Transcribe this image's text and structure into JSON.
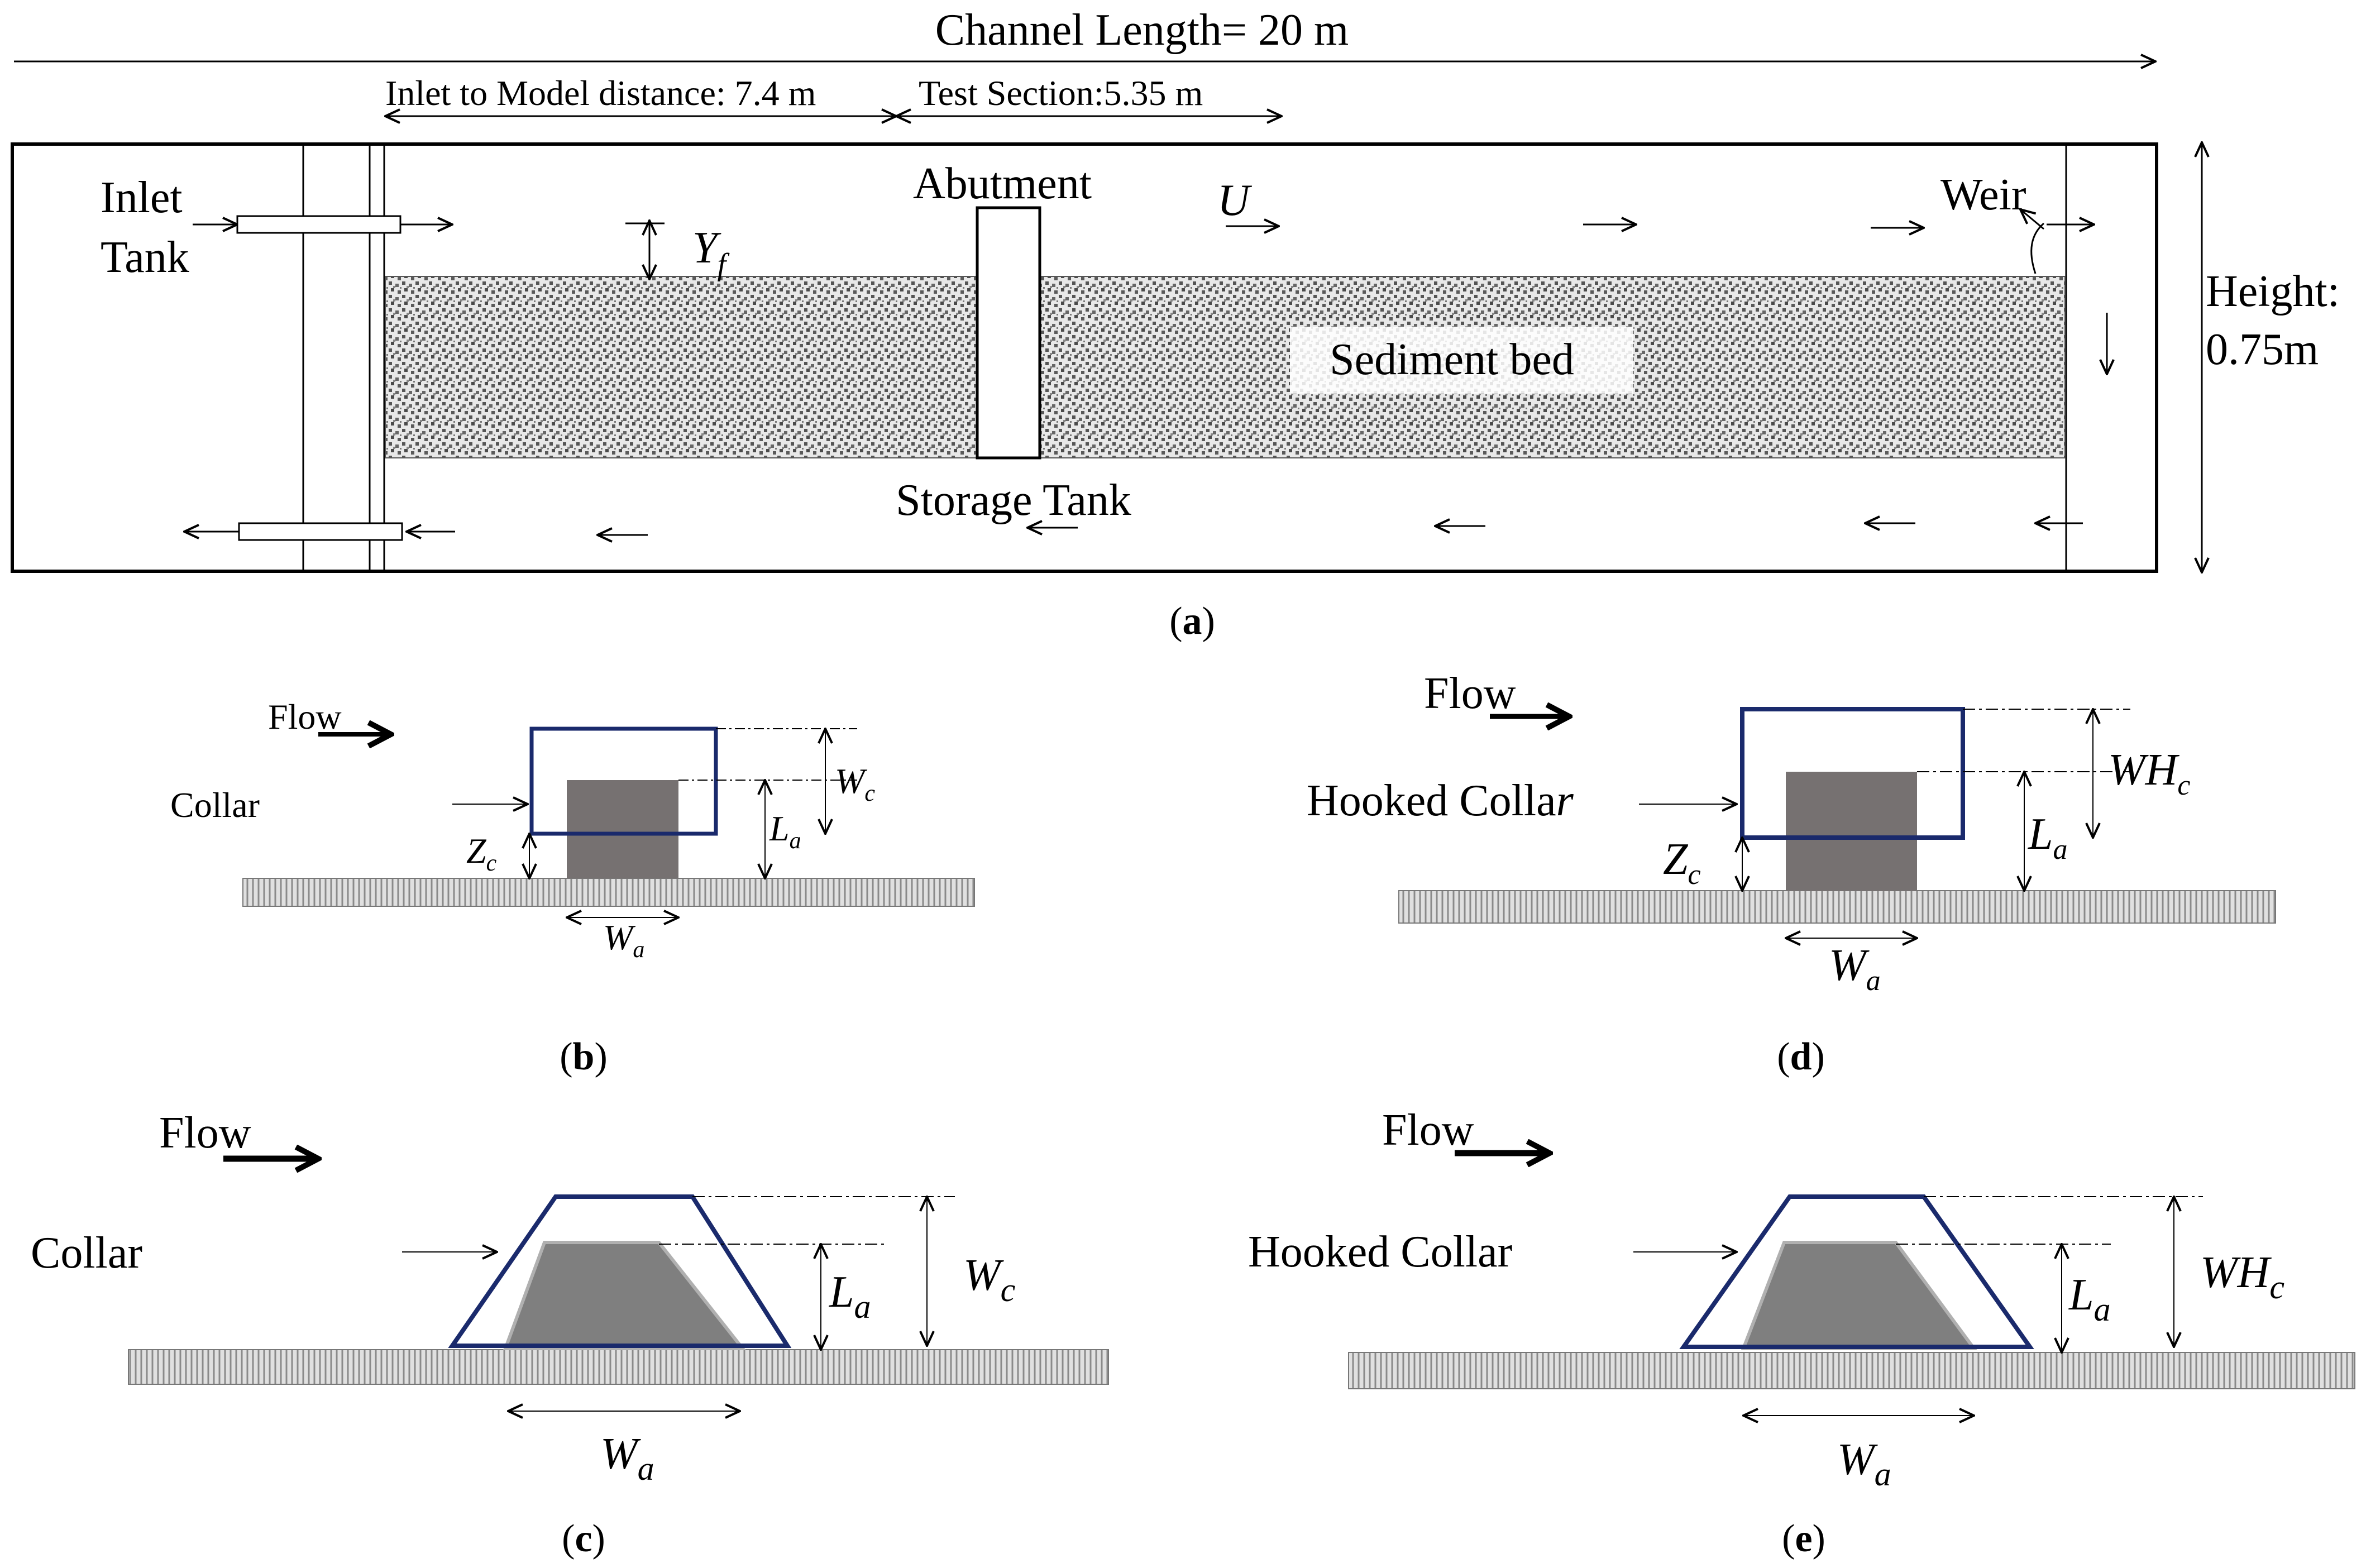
{
  "panel_a": {
    "channel_length": "Channel Length= 20 m",
    "inlet_distance": "Inlet to Model distance: 7.4 m",
    "test_section": "Test Section:5.35 m",
    "inlet_line1": "Inlet",
    "inlet_line2": "Tank",
    "abutment": "Abutment",
    "velocity_symbol": "U",
    "depth_symbol": "Y",
    "depth_subscript": "f",
    "weir": "Weir",
    "height_line1": "Height:",
    "height_line2": "0.75m",
    "sediment_bed": "Sediment bed",
    "storage_tank": "Storage Tank",
    "caption_letter": "a"
  },
  "panel_b": {
    "flow": "Flow",
    "collar": "Collar",
    "Wc": "W",
    "Wc_sub": "c",
    "La": "L",
    "La_sub": "a",
    "Zc": "Z",
    "Zc_sub": "c",
    "Wa": "W",
    "Wa_sub": "a",
    "caption_letter": "b"
  },
  "panel_c": {
    "flow": "Flow",
    "collar": "Collar",
    "La": "L",
    "La_sub": "a",
    "Wc": "W",
    "Wc_sub": "c",
    "Wa": "W",
    "Wa_sub": "a",
    "caption_letter": "c"
  },
  "panel_d": {
    "flow": "Flow",
    "collar": "Hooked Colla",
    "collar_tail": "r",
    "WHc": "WH",
    "WHc_sub": "c",
    "La": "L",
    "La_sub": "a",
    "Zc": "Z",
    "Zc_sub": "c",
    "Wa": "W",
    "Wa_sub": "a",
    "caption_letter": "d"
  },
  "panel_e": {
    "flow": "Flow",
    "collar": "Hooked Collar",
    "La": "L",
    "La_sub": "a",
    "WHc": "WH",
    "WHc_sub": "c",
    "Wa": "W",
    "Wa_sub": "a",
    "caption_letter": "e"
  },
  "colors": {
    "collar_outline": "#1a2a6c",
    "abutment_fill": "#767171",
    "abutment_trap_fill": "#7f7f7f",
    "bed_fill": "#d0d0d0"
  },
  "icons": [
    "arrow-right-icon",
    "arrow-left-icon",
    "arrow-down-icon",
    "double-arrow-icon",
    "bold-flow-arrow-icon"
  ]
}
